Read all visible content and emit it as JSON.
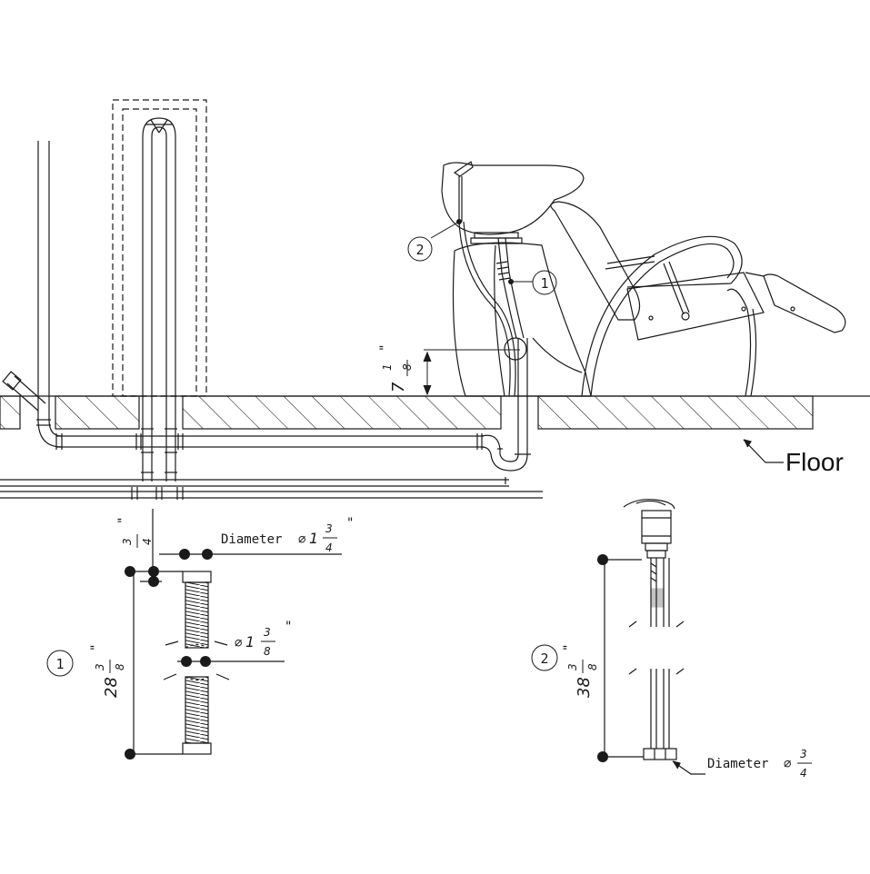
{
  "floor_label": "Floor",
  "heights": {
    "above_floor": {
      "whole": "7",
      "num": "1",
      "den": "8",
      "unit": "\""
    }
  },
  "callouts": {
    "hose_1": "1",
    "hose_2": "2"
  },
  "detail_1": {
    "marker": "1",
    "length": {
      "whole": "28",
      "num": "3",
      "den": "8",
      "unit": "\""
    },
    "end_offset": {
      "num": "3",
      "den": "4",
      "unit": "\""
    },
    "end_diameter": {
      "label": "Diameter",
      "symbol": "⌀",
      "whole": "1",
      "num": "3",
      "den": "4",
      "unit": "\""
    },
    "hose_diameter": {
      "symbol": "⌀",
      "whole": "1",
      "num": "3",
      "den": "8",
      "unit": "\""
    }
  },
  "detail_2": {
    "marker": "2",
    "length": {
      "whole": "38",
      "num": "3",
      "den": "8",
      "unit": "\""
    },
    "end_diameter": {
      "label": "Diameter",
      "symbol": "⌀",
      "num": "3",
      "den": "4"
    }
  },
  "colors": {
    "line": "#1a1a1a",
    "background": "#ffffff"
  }
}
